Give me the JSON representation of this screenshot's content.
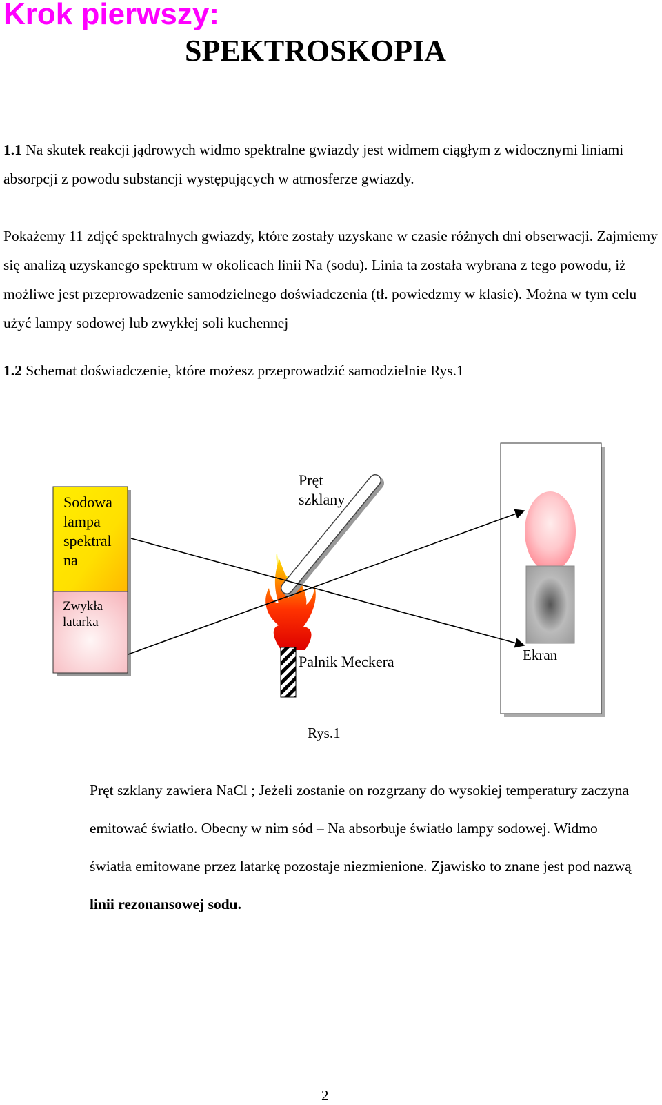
{
  "heading": {
    "title": "Krok pierwszy:",
    "subtitle": "SPEKTROSKOPIA"
  },
  "section_1_1": {
    "number": "1.1",
    "p1_text": " Na skutek reakcji jądrowych widmo spektralne gwiazdy jest widmem ciągłym z widocznymi liniami absorpcji z powodu substancji występujących w atmosferze gwiazdy.",
    "p2_text": "Pokażemy 11 zdjęć spektralnych gwiazdy, które zostały uzyskane w czasie różnych dni obserwacji. Zajmiemy się analizą uzyskanego spektrum w okolicach linii Na (sodu). Linia ta została wybrana z tego powodu, iż możliwe jest przeprowadzenie samodzielnego  doświadczenia (tł. powiedzmy w klasie). Można w tym celu użyć lampy sodowej lub zwykłej soli kuchennej"
  },
  "section_1_2": {
    "number": "1.2",
    "text": "  Schemat  doświadczenie, które możesz przeprowadzić samodzielnie Rys.1"
  },
  "diagram": {
    "lamp_line1": "Sodowa",
    "lamp_line2": "lampa",
    "lamp_line3": "spektral",
    "lamp_line4": "na",
    "torch_line1": "Zwykła",
    "torch_line2": "latarka",
    "rod_line1": "Pręt",
    "rod_line2": "szklany",
    "burner_label": "Palnik Meckera",
    "screen_label": "Ekran",
    "caption": "Rys.1",
    "colors": {
      "lamp_yellow": "#ffee00",
      "lamp_orange": "#ffc000",
      "torch_pink": "#f8c8cc",
      "bulb_pink": "#ff9aa4",
      "flame_red": "#ee1100",
      "flame_yellow": "#ffe000"
    }
  },
  "bottom": {
    "text_normal": "Pręt szklany zawiera  NaCl ; Jeżeli zostanie on rozgrzany do wysokiej temperatury zaczyna emitować światło. Obecny w nim sód – Na  absorbuje światło lampy sodowej. Widmo  światła emitowane przez latarkę pozostaje niezmienione. Zjawisko to znane jest pod nazwą ",
    "text_bold": "linii rezonansowej sodu."
  },
  "page_number": "2"
}
